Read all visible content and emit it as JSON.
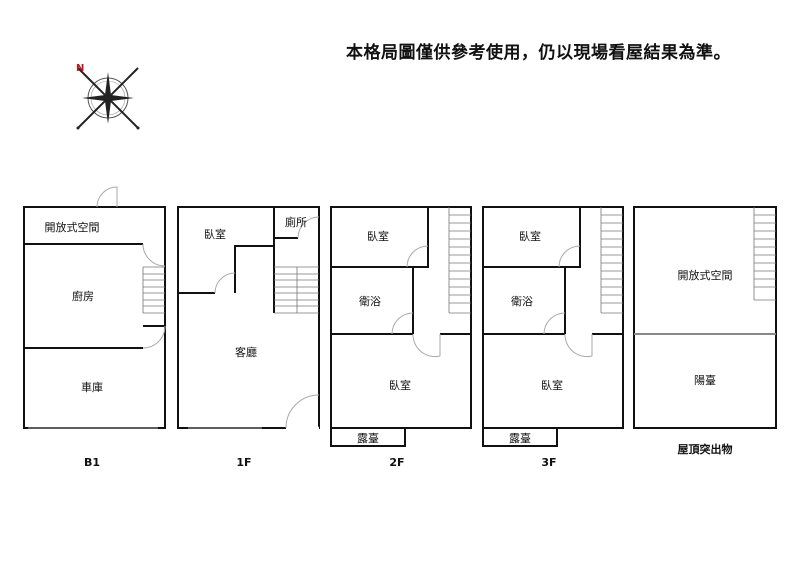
{
  "disclaimer": "本格局圖僅供參考使用，仍以現場看屋結果為準。",
  "compass": {
    "north_label": "N",
    "north_color": "#c0141c"
  },
  "floors": [
    {
      "name": "B1",
      "rooms": [
        "開放式空間",
        "廚房",
        "車庫"
      ]
    },
    {
      "name": "1F",
      "rooms": [
        "臥室",
        "廁所",
        "客廳"
      ]
    },
    {
      "name": "2F",
      "rooms": [
        "臥室",
        "衛浴",
        "臥室",
        "露臺"
      ]
    },
    {
      "name": "3F",
      "rooms": [
        "臥室",
        "衛浴",
        "臥室",
        "露臺"
      ]
    },
    {
      "name": "屋頂突出物",
      "rooms": [
        "開放式空間",
        "陽臺"
      ]
    }
  ]
}
